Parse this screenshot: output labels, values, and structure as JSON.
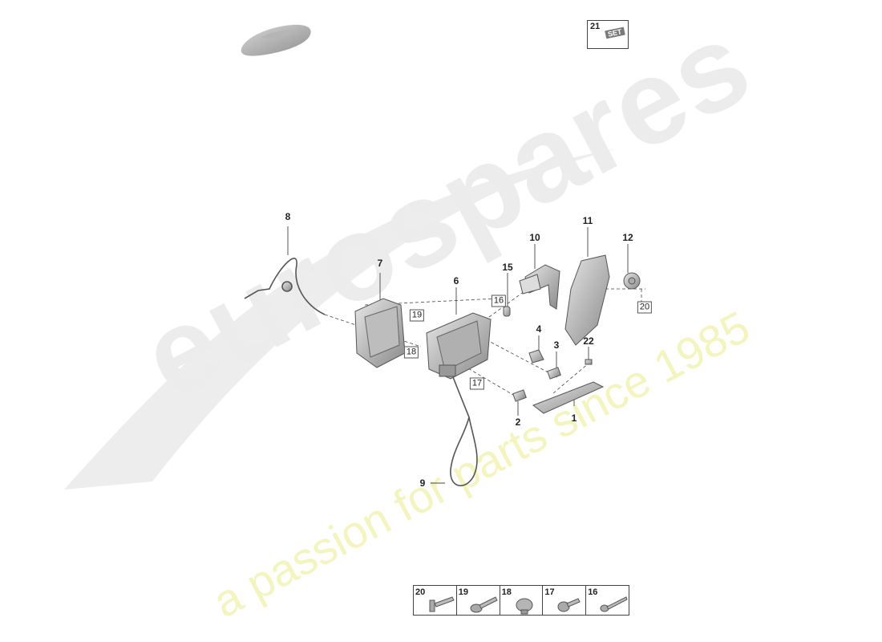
{
  "watermark": {
    "brand": "eurospares",
    "tagline": "a passion for parts since 1985",
    "brand_color": "#e8e8e8",
    "tagline_color": "#f3f3b0"
  },
  "kit_box": {
    "number": "21",
    "label": "SET"
  },
  "callouts": [
    {
      "id": "c8",
      "label": "8"
    },
    {
      "id": "c7",
      "label": "7"
    },
    {
      "id": "c6",
      "label": "6"
    },
    {
      "id": "c15",
      "label": "15"
    },
    {
      "id": "c10",
      "label": "10"
    },
    {
      "id": "c11",
      "label": "11"
    },
    {
      "id": "c12",
      "label": "12"
    },
    {
      "id": "c4",
      "label": "4"
    },
    {
      "id": "c3",
      "label": "3"
    },
    {
      "id": "c22",
      "label": "22"
    },
    {
      "id": "c1",
      "label": "1"
    },
    {
      "id": "c2",
      "label": "2"
    },
    {
      "id": "c9",
      "label": "9"
    }
  ],
  "boxed_callouts": [
    {
      "id": "b19",
      "label": "19"
    },
    {
      "id": "b18",
      "label": "18"
    },
    {
      "id": "b16",
      "label": "16"
    },
    {
      "id": "b17",
      "label": "17"
    },
    {
      "id": "b20",
      "label": "20"
    }
  ],
  "fastener_legend": [
    {
      "number": "20",
      "icon": "flat-head-screw-icon"
    },
    {
      "number": "19",
      "icon": "flange-bolt-icon"
    },
    {
      "number": "18",
      "icon": "dome-nut-icon"
    },
    {
      "number": "17",
      "icon": "short-bolt-icon"
    },
    {
      "number": "16",
      "icon": "shoulder-bolt-icon"
    }
  ]
}
